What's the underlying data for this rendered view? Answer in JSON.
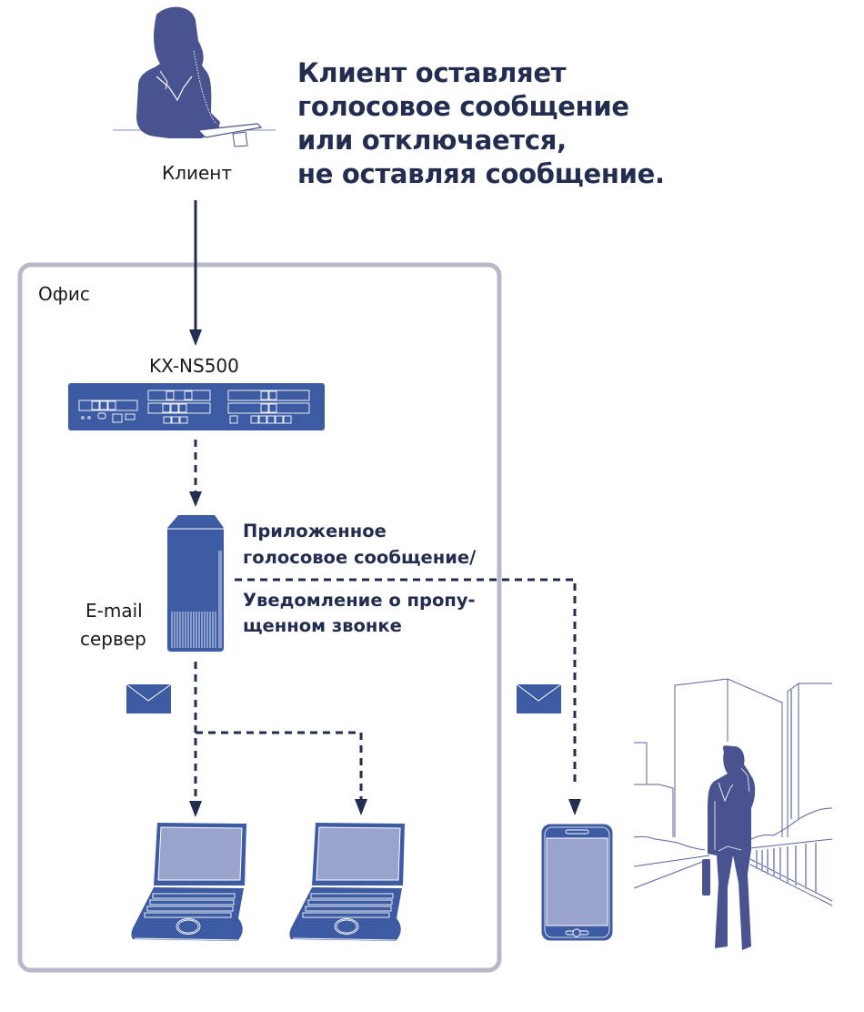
{
  "headline": {
    "lines": [
      "Клиент оставляет",
      "голосовое сообщение",
      "или отключается,",
      "не оставляя сообщение."
    ]
  },
  "client": {
    "label": "Клиент",
    "icon": "woman-on-phone-icon"
  },
  "office": {
    "label": "Офис"
  },
  "pbx": {
    "label": "KX-NS500",
    "icon": "pbx-unit-icon"
  },
  "email_server": {
    "label_line1": "E-mail",
    "label_line2": "сервер",
    "icon": "server-tower-icon"
  },
  "notification": {
    "line1": "Приложенное",
    "line2": "голосовое сообщение/",
    "line3": "Уведомление о пропу-",
    "line4": "щенном звонке"
  },
  "devices": [
    {
      "type": "laptop",
      "icon": "laptop-icon"
    },
    {
      "type": "laptop",
      "icon": "laptop-icon"
    },
    {
      "type": "smartphone",
      "icon": "smartphone-icon"
    }
  ],
  "mobile_user": {
    "icon": "businessman-on-phone-icon"
  },
  "colors": {
    "device_blue": "#3d5ba3",
    "figure_blue": "#48538f",
    "screen_lavender": "#9aa3cc",
    "arrow_navy": "#222d4f",
    "office_border": "#b9b8cb",
    "text_navy": "#222d4f"
  }
}
